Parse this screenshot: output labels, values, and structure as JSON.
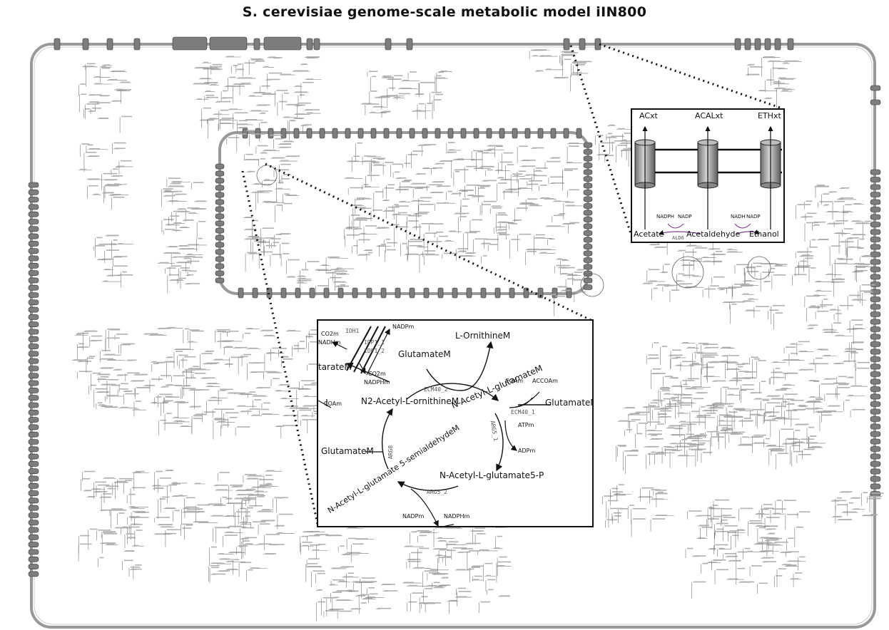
{
  "title": "S. cerevisiae genome-scale metabolic model iIN800",
  "transport_panel": {
    "top_labels": [
      "ACxt",
      "ACALxt",
      "ETHxt"
    ],
    "metabolites": [
      "Acetate",
      "Acetaldehyde",
      "Ethanol"
    ],
    "cofactors": [
      "NADPH",
      "NADP",
      "NADH",
      "NADP"
    ],
    "enzyme": "ALD6"
  },
  "arginine_panel": {
    "metabolites": {
      "ornithine": "L-OrnithineM",
      "glutamate_top": "GlutamateM",
      "glutamate_right": "GlutamateM",
      "glutamate_left": "GlutamateM",
      "n2_acetyl": "N2-Acetyl-L-ornithineM",
      "n_acetyl_glu": "N-Acetyl-L-glutamateM",
      "n_acetyl_glu5p": "N-Acetyl-L-glutamate5-P",
      "semialdehyde": "N-Acetyl-L-glutamate 5-semialdehydeM",
      "oxoglutarate": "tarateM"
    },
    "cofactors": {
      "nadpm_top": "NADPm",
      "co2m_top": "CO2m",
      "nadhm": "NADHm",
      "co2m_mid": "CO2m",
      "nadphm_mid": "NADPHm",
      "coam_right": "COAm",
      "accoam": "ACCOAm",
      "coam_left": "COAm",
      "atpm": "ATPm",
      "adpm": "ADPm",
      "nadpm_bottom": "NADPm",
      "nadphm_bottom": "NADPHm"
    },
    "enzymes": {
      "idh1": "IDH1",
      "idp1_1": "IDP1_1",
      "idp1_2": "IDP1_2",
      "ecm40_2": "ECM40_2",
      "ecm40_1": "ECM40_1",
      "arg8": "ARG8",
      "arg5_1": "ARG5_1",
      "arg5_2": "ARG5_2"
    }
  }
}
